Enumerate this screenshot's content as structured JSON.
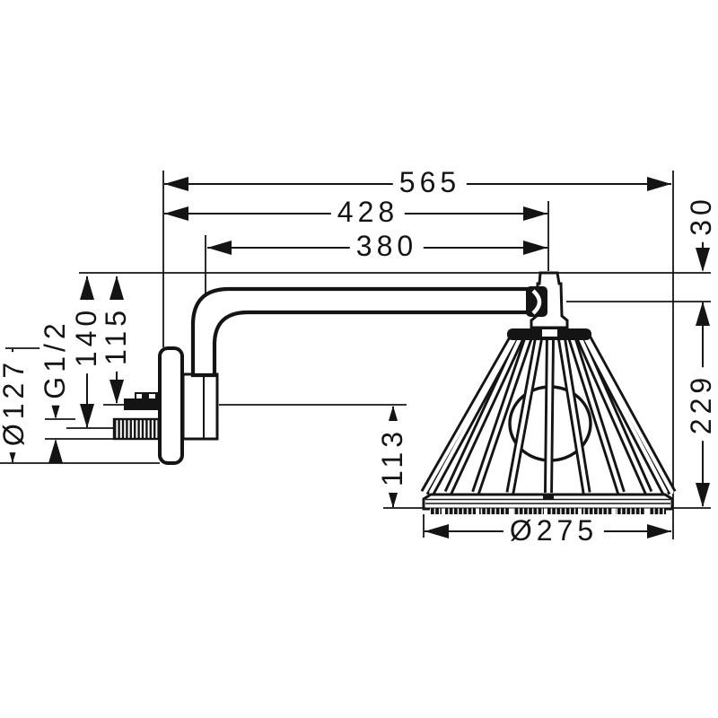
{
  "colors": {
    "ink": "#141414",
    "background": "#ffffff"
  },
  "drawing_type": "technical dimension drawing of a wall-mounted lamp-style overhead shower with shower arm",
  "labels": {
    "total_width": "565",
    "wall_to_head_axis": "428",
    "arm_length": "380",
    "top_offset": "30",
    "head_height": "229",
    "wall_drop_outer": "140",
    "wall_drop_inner": "115",
    "thread_size": "G1/2",
    "escutcheon_diameter": "Ø127",
    "head_depth": "113",
    "head_diameter": "Ø275"
  }
}
